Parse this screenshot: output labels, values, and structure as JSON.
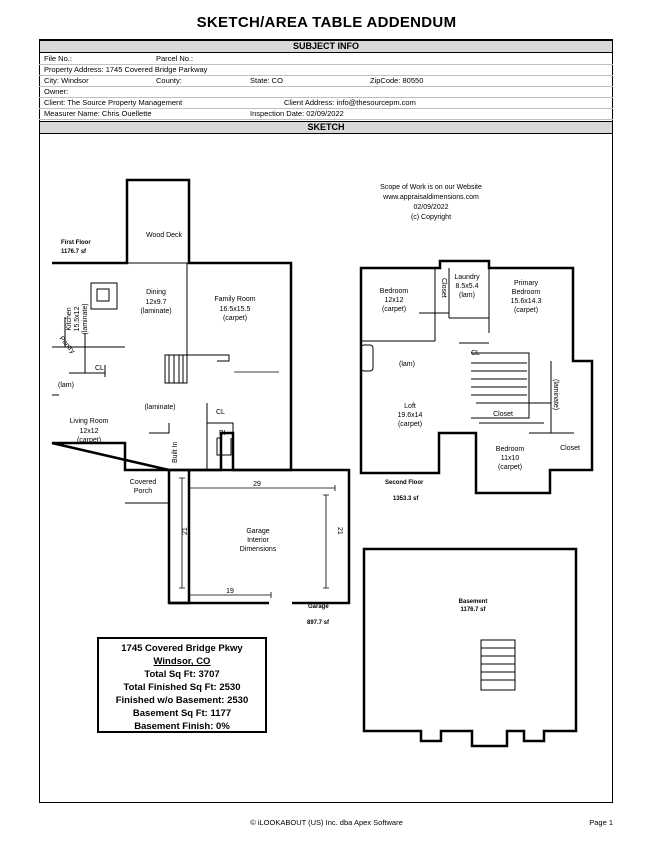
{
  "title": "SKETCH/AREA TABLE ADDENDUM",
  "subject_info": {
    "heading": "SUBJECT INFO",
    "file_no": "File No.:",
    "parcel_no": "Parcel No.:",
    "property_address": "Property Address: 1745 Covered Bridge Parkway",
    "city": "City: Windsor",
    "county": "County:",
    "state": "State: CO",
    "zip": "ZipCode: 80550",
    "owner": "Owner:",
    "client": "Client: The Source Property Management",
    "client_address": "Client Address: info@thesourcepm.com",
    "measurer": "Measurer Name: Chris Ouellette",
    "inspection_date": "Inspection Date: 02/09/2022"
  },
  "sketch": {
    "heading": "SKETCH",
    "scope_lines": [
      "Scope of Work is on our Website",
      "www.appraisaldimensions.com",
      "02/09/2022",
      "(c) Copyright"
    ],
    "first_floor": {
      "label": "First Floor",
      "area": "1176.7 sf"
    },
    "second_floor": {
      "label": "Second Floor",
      "area": "1353.3 sf"
    },
    "garage": {
      "label": "Garage",
      "area": "897.7 sf"
    },
    "basement": {
      "label": "Basement",
      "area": "1176.7 sf"
    },
    "rooms": {
      "wood_deck": "Wood Deck",
      "dining": [
        "Dining",
        "12x9.7",
        "(laminate)"
      ],
      "family_room": [
        "Family Room",
        "16.5x15.5",
        "(carpet)"
      ],
      "kitchen": [
        "Kitchen",
        "15.5x12",
        "(laminate)"
      ],
      "pantry": "Pantry",
      "cl": "CL",
      "lam": "(lam)",
      "laminate": "(laminate)",
      "living_room": [
        "Living Room",
        "12x12",
        "(carpet)"
      ],
      "built_in": "Built In",
      "bi": "BI",
      "covered_porch": [
        "Covered",
        "Porch"
      ],
      "garage_interior": [
        "Garage",
        "Interior",
        "Dimensions"
      ],
      "garage_dims": {
        "top": "29",
        "left": "21",
        "right": "21",
        "bottom": "19"
      },
      "bedroom_1": [
        "Bedroom",
        "12x12",
        "(carpet)"
      ],
      "closet_v": "Closet",
      "laundry": [
        "Laundry",
        "8.5x5.4",
        "(lam)"
      ],
      "primary_bedroom": [
        "Primary",
        "Bedroom",
        "15.6x14.3",
        "(carpet)"
      ],
      "lam2": "(lam)",
      "cl2": "CL",
      "loft": [
        "Loft",
        "19.6x14",
        "(carpet)"
      ],
      "closet_h": "Closet",
      "laminate_v": "(laminate)",
      "bedroom_2": [
        "Bedroom",
        "11x10",
        "(carpet)"
      ],
      "closet_r": "Closet"
    }
  },
  "summary": {
    "address": "1745 Covered Bridge Pkwy",
    "city": "Windsor, CO",
    "total_sqft": "Total Sq Ft: 3707",
    "total_finished": "Total Finished Sq Ft: 2530",
    "finished_wo_basement": "Finished w/o Basement: 2530",
    "basement_sqft": "Basement Sq Ft: 1177",
    "basement_finish": "Basement Finish: 0%"
  },
  "footer": {
    "copyright": "© iLOOKABOUT (US) Inc. dba Apex Software",
    "page": "Page 1"
  }
}
